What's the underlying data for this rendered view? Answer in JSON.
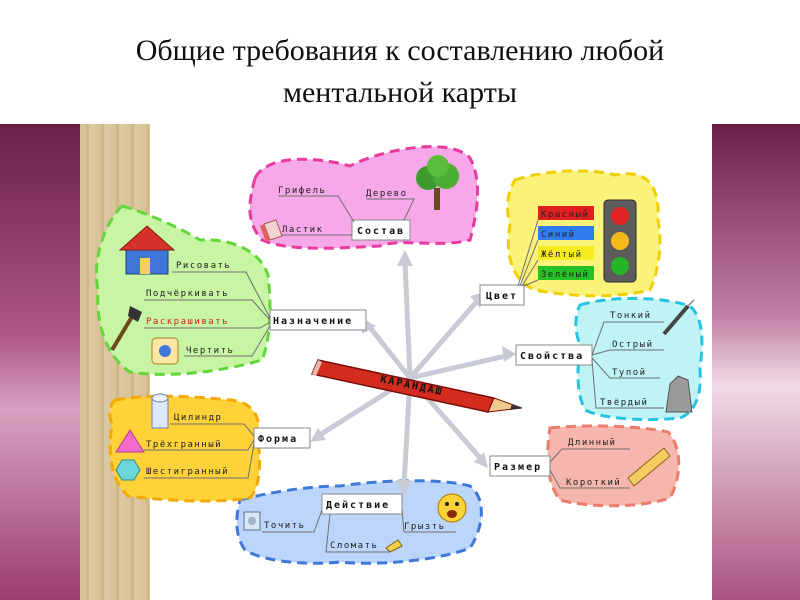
{
  "slide": {
    "title_line1": "Общие требования к составлению любой",
    "title_line2": "ментальной карты"
  },
  "center": {
    "label": "КАРАНДАШ"
  },
  "branches": {
    "sostav": {
      "hub": "Состав",
      "items": [
        "Грифель",
        "Дерево",
        "Ластик"
      ]
    },
    "tsvet": {
      "hub": "Цвет",
      "items": [
        "Красный",
        "Синий",
        "Жёлтый",
        "Зелёный"
      ]
    },
    "svoystva": {
      "hub": "Свойства",
      "items": [
        "Тонкий",
        "Острый",
        "Тупой",
        "Твёрдый"
      ]
    },
    "razmer": {
      "hub": "Размер",
      "items": [
        "Длинный",
        "Короткий"
      ]
    },
    "deystvie": {
      "hub": "Действие",
      "items": [
        "Точить",
        "Грызть",
        "Сломать"
      ]
    },
    "forma": {
      "hub": "Форма",
      "items": [
        "Цилиндр",
        "Трёхгранный",
        "Шестигранный"
      ]
    },
    "naznachenie": {
      "hub": "Назначение",
      "items": [
        "Рисовать",
        "Подчёркивать",
        "Раскрашивать",
        "Чертить"
      ]
    }
  },
  "colors": {
    "band": "#7a2a55",
    "sostav": "#f6a8e8",
    "tsvet": "#fbf27a",
    "svoystva": "#bff3f6",
    "razmer": "#f7b6ad",
    "deystvie": "#bcd6fb",
    "forma": "#ffd23a",
    "naznachenie": "#c7f5a4",
    "arrow": "#c8cbd6",
    "pencil": "#d32b1e"
  },
  "icons": [
    "house-icon",
    "brush-icon",
    "sharpener-icon",
    "tree-icon",
    "eraser-icon",
    "traffic-light-icon",
    "syringe-icon",
    "rock-icon",
    "ruler-icon",
    "cylinder-icon",
    "triangle-icon",
    "hexagon-icon",
    "emoji-icon",
    "pencil-icon"
  ]
}
